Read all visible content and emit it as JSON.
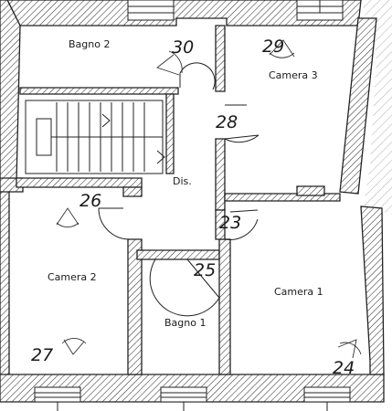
{
  "rooms": {
    "bagno2": "Bagno 2",
    "camera3": "Camera 3",
    "dis": "Dis.",
    "camera2": "Camera 2",
    "camera1": "Camera 1",
    "bagno1": "Bagno 1"
  },
  "photo_points": {
    "p30": "30",
    "p29": "29",
    "p28": "28",
    "p26": "26",
    "p23": "23",
    "p25": "25",
    "p27": "27",
    "p24": "24"
  },
  "colors": {
    "line": "#222222",
    "paper": "#ffffff"
  }
}
